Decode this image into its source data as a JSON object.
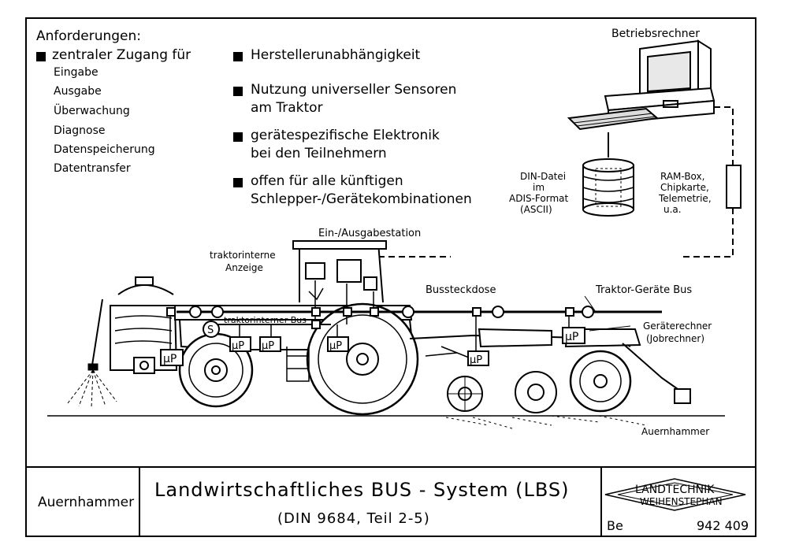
{
  "requirements": {
    "title": "Anforderungen:",
    "first": "zentraler Zugang für",
    "sub_items": [
      "Eingabe",
      "Ausgabe",
      "Überwachung",
      "Diagnose",
      "Datenspeicherung",
      "Datentransfer"
    ],
    "items": [
      "Herstellerunabhängigkeit",
      "Nutzung universeller Sensoren",
      "am Traktor",
      "gerätespezifische Elektronik",
      "bei den Teilnehmern",
      "offen für alle künftigen",
      "Schlepper-/Gerätekombinationen"
    ]
  },
  "labels": {
    "betriebsrechner": "Betriebsrechner",
    "din_datei": [
      "DIN-Datei",
      "im",
      "ADIS-Format",
      "(ASCII)"
    ],
    "ram_box": [
      "RAM-Box,",
      "Chipkarte,",
      "Telemetrie,",
      "u.a."
    ],
    "ein_ausgabe": "Ein-/Ausgabestation",
    "traktorinterne_anzeige": [
      "traktorinterne",
      "Anzeige"
    ],
    "bussteckdose": "Bussteckdose",
    "traktor_geraete_bus": "Traktor-Geräte Bus",
    "traktorinterner_bus": "traktorinterner Bus",
    "geraeterechner": [
      "Geräterechner",
      "(Jobrechner)"
    ],
    "s_symbol": "S",
    "mu_p": "µP",
    "author_sig": "Auernhammer"
  },
  "footer": {
    "author": "Auernhammer",
    "title": "Landwirtschaftliches BUS - System (LBS)",
    "subtitle": "(DIN 9684, Teil 2-5)",
    "logo_line1": "LANDTECHNIK",
    "logo_line2": "WEIHENSTEPHAN",
    "be": "Be",
    "number": "942 409"
  }
}
